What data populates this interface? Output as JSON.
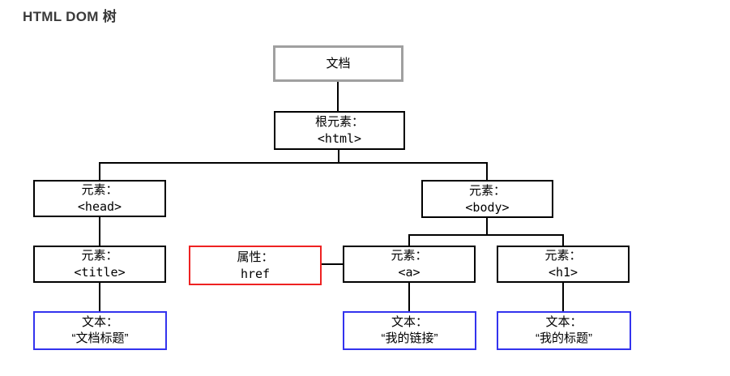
{
  "title": "HTML DOM 树",
  "diagram": {
    "nodes": {
      "document": {
        "label": "文档"
      },
      "html": {
        "line1": "根元素：",
        "line2": "<html>"
      },
      "head": {
        "line1": "元素：",
        "line2": "<head>"
      },
      "body": {
        "line1": "元素：",
        "line2": "<body>"
      },
      "title_el": {
        "line1": "元素：",
        "line2": "<title>"
      },
      "attr_href": {
        "line1": "属性：",
        "line2": "href"
      },
      "a_el": {
        "line1": "元素：",
        "line2": "<a>"
      },
      "h1_el": {
        "line1": "元素：",
        "line2": "<h1>"
      },
      "text_doc_title": {
        "line1": "文本：",
        "line2": "“文档标题”"
      },
      "text_my_link": {
        "line1": "文本：",
        "line2": "“我的链接”"
      },
      "text_my_heading": {
        "line1": "文本：",
        "line2": "“我的标题”"
      }
    },
    "colors": {
      "document_border": "#a0a0a0",
      "element_border": "#000000",
      "attribute_border": "#ee2222",
      "text_border": "#3333ee",
      "connector": "#000000"
    }
  }
}
